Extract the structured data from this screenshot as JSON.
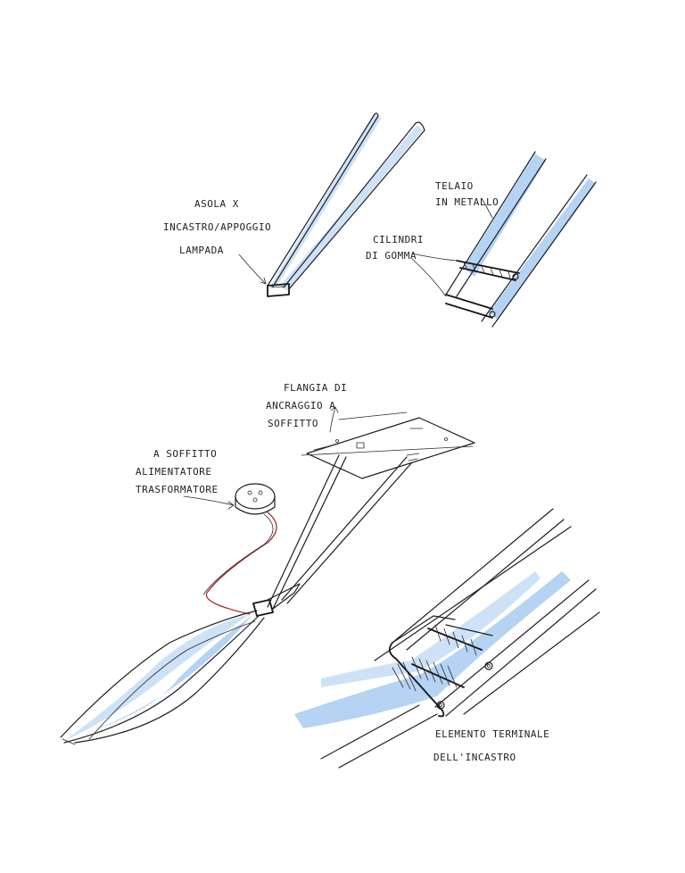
{
  "sketch1": {
    "line1": "ASOLA X",
    "line2": "INCASTRO/APPOGGIO",
    "line3": "LAMPADA"
  },
  "sketch2": {
    "frame_line1": "TELAIO",
    "frame_line2": "IN METALLO",
    "rubber_line1": "CILINDRI",
    "rubber_line2": "DI GOMMA"
  },
  "sketch3": {
    "flange_line1": "FLANGIA DI",
    "flange_line2": "ANCRAGGIO A",
    "flange_line3": "SOFFITTO",
    "driver_line1": "A SOFFITTO",
    "driver_line2": "ALIMENTATORE",
    "driver_line3": "TRASFORMATORE"
  },
  "sketch4": {
    "line1": "ELEMENTO TERMINALE",
    "line2": "DELL'INCASTRO"
  },
  "colors": {
    "ink": "#1e1e24",
    "blue_wash": "#9cc4ee",
    "red_cable": "#b0282b"
  }
}
